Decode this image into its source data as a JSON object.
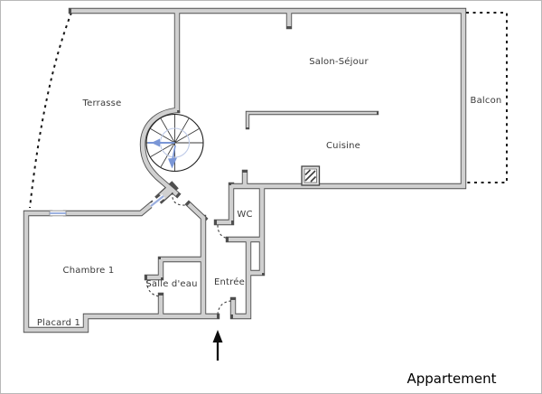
{
  "plan": {
    "title": "Appartement",
    "rooms": {
      "terrasse": "Terrasse",
      "salon_sejour": "Salon-Séjour",
      "balcon": "Balcon",
      "cuisine": "Cuisine",
      "wc": "WC",
      "chambre1": "Chambre 1",
      "salle_deau": "Salle d'eau",
      "entree": "Entrée",
      "placard1": "Placard 1"
    },
    "colors": {
      "wall_fill": "#d0d0d0",
      "wall_edge": "#4f4f4f",
      "window": "#8fa7dc",
      "stair_accent": "#7a96d6",
      "label": "#3a3a3a"
    }
  }
}
